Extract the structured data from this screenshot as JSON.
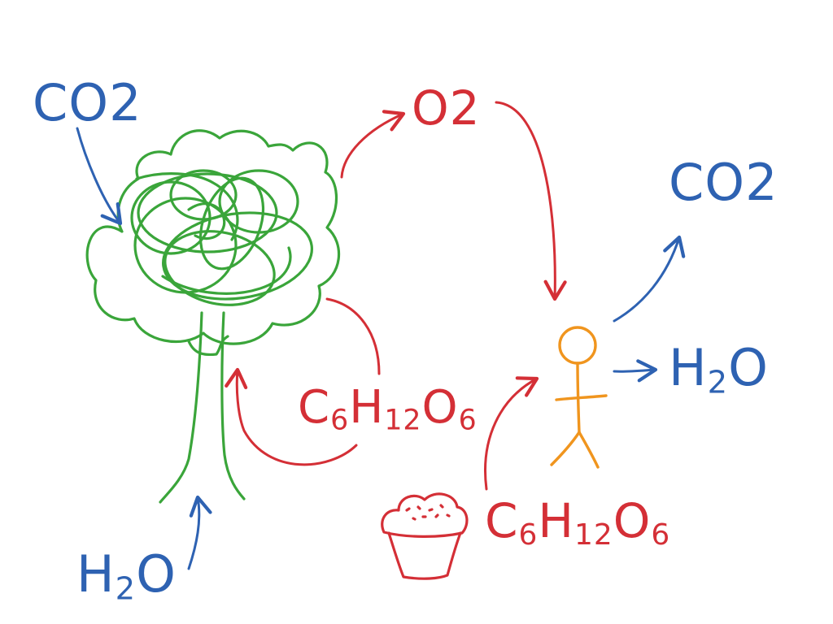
{
  "colors": {
    "tree": "#3aa53a",
    "blue_ink": "#2e62b2",
    "red_ink": "#d42f36",
    "person": "#f0951e"
  },
  "labels": {
    "co2_left": "CO2",
    "o2": "O2",
    "co2_right": "CO2",
    "h2o_right": "H2O",
    "glucose_tree": "C6H12O6",
    "glucose_muffin": "C6H12O6",
    "h2o_left": "H2O"
  }
}
